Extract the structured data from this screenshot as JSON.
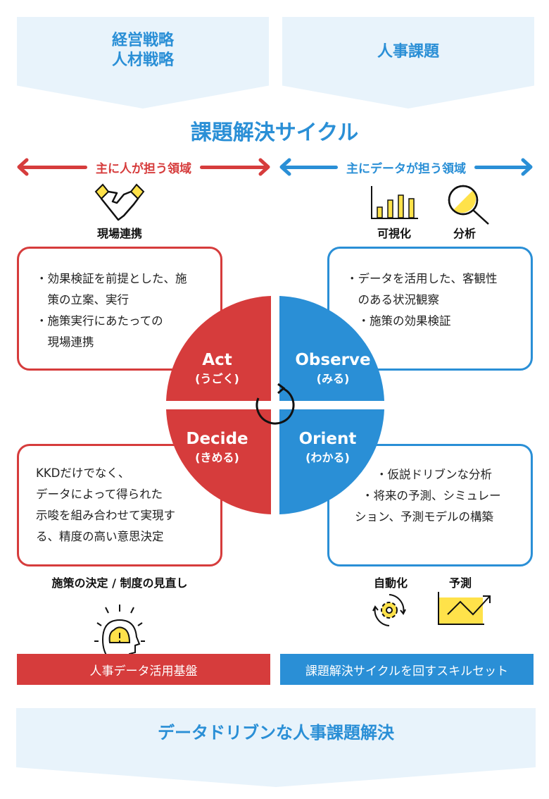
{
  "top": {
    "left_lines": [
      "経営戦略",
      "人材戦略"
    ],
    "right": "人事課題"
  },
  "title": "課題解決サイクル",
  "domains": {
    "human": "主に人が担う領域",
    "data": "主にデータが担う領域"
  },
  "icons": {
    "collab": "現場連携",
    "visualize": "可視化",
    "analyze": "分析",
    "decide": "施策の決定 / 制度の見直し",
    "automate": "自動化",
    "predict": "予測"
  },
  "boxes": {
    "act": [
      "・効果検証を前提とした、施",
      "　策の立案、実行",
      "・施策実行にあたっての",
      "　現場連携"
    ],
    "observe": [
      "・データを活用した、客観性",
      "　のある状況観察",
      "　・施策の効果検証"
    ],
    "decide": [
      "KKDだけでなく、",
      "データによって得られた",
      "示唆を組み合わせて実現す",
      "る、精度の高い意思決定"
    ],
    "orient": [
      "・仮説ドリブンな分析",
      "・将来の予測、シミュレー",
      "ション、予測モデルの構築"
    ]
  },
  "cycle": {
    "act": {
      "en": "Act",
      "jp": "(うごく)"
    },
    "observe": {
      "en": "Observe",
      "jp": "(みる)"
    },
    "decide": {
      "en": "Decide",
      "jp": "(きめる)"
    },
    "orient": {
      "en": "Orient",
      "jp": "(わかる)"
    }
  },
  "bars": {
    "left": "人事データ活用基盤",
    "right": "課題解決サイクルを回すスキルセット"
  },
  "bottom": "データドリブンな人事課題解決",
  "colors": {
    "red": "#d63c3c",
    "blue": "#2a8fd6",
    "yellow": "#ffe24a",
    "light": "#e8f3fb"
  }
}
